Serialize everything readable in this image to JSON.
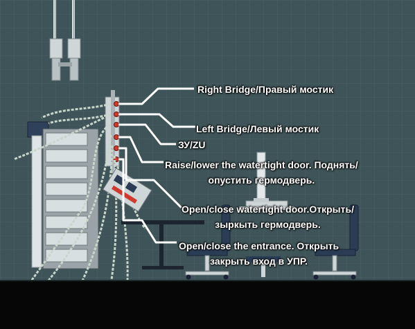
{
  "labels": {
    "right_bridge": "Right Bridge/Правый мостик",
    "left_bridge": "Left Bridge/Левый мостик",
    "zu": "ЗУ/ZU",
    "raise_line1": "Raise/lower the watertight door. Поднять/",
    "raise_line2": "опустить гермодверь.",
    "open_close_line1": "Open/close watertight door.Открыть/",
    "open_close_line2": "зыркыть гермодверь.",
    "entrance_line1": "Open/close the entrance. Открыть",
    "entrance_line2": "закрыть вход в УПР."
  },
  "icons": [
    "red-button-icon",
    "chair-icon",
    "monitor-icon",
    "server-rack-icon",
    "chain-icon",
    "clamp-icon"
  ],
  "colors": {
    "background": "#3f5458",
    "grid": "#4a5f63",
    "floor": "#060606",
    "annotation_line": "#ffffff",
    "cable": "#c9d6cc",
    "button": "#d0392c",
    "panel": "#cfd6d8",
    "furniture": "#2b3d55"
  }
}
